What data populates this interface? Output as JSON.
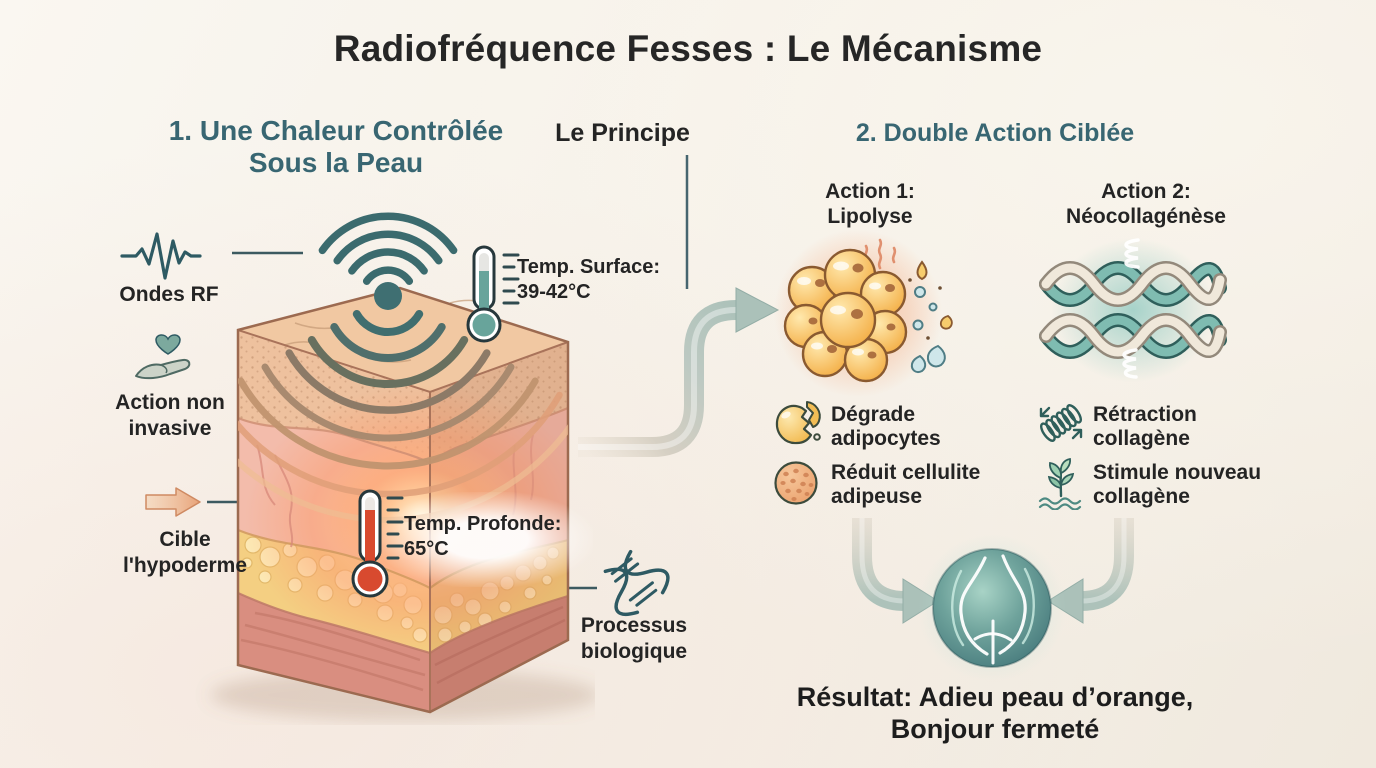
{
  "title": "Radiofréquence Fesses : Le Mécanisme",
  "left": {
    "heading1": "1. Une Chaleur Contrôlée",
    "heading2": "Sous la Peau",
    "ondes_rf": "Ondes RF",
    "non_invasive1": "Action non",
    "non_invasive2": "invasive",
    "cible1": "Cible",
    "cible2": "l'hypoderme",
    "processus1": "Processus",
    "processus2": "biologique",
    "temp_surface1": "Temp. Surface:",
    "temp_surface2": "39-42°C",
    "temp_profonde1": "Temp. Profonde:",
    "temp_profonde2": "65°C"
  },
  "principle": {
    "heading": "Le Principe"
  },
  "right": {
    "heading": "2. Double Action Ciblée",
    "action1_title1": "Action 1:",
    "action1_title2": "Lipolyse",
    "action2_title1": "Action 2:",
    "action2_title2": "Néocollagénèse",
    "degrade1": "Dégrade",
    "degrade2": "adipocytes",
    "reduit1": "Réduit cellulite",
    "reduit2": "adipeuse",
    "retraction1": "Rétraction",
    "retraction2": "collagène",
    "stimule1": "Stimule nouveau",
    "stimule2": "collagène",
    "result1": "Résultat: Adieu peau d’orange,",
    "result2": "Bonjour fermeté"
  },
  "icons": {
    "left_column": [
      "rf-wave-icon",
      "hand-heart-icon",
      "target-arrow-icon",
      "dna-icon"
    ],
    "action1": [
      "broken-fat-cell-icon",
      "cellulite-skin-icon"
    ],
    "action2": [
      "collagen-retraction-icon",
      "new-collagen-sprout-icon"
    ],
    "illustrations": [
      "skin-cube-illustration",
      "rf-emitter-waves",
      "surface-thermometer-icon",
      "deep-thermometer-icon",
      "fat-cells-lipolysis-illustration",
      "collagen-fibers-illustration",
      "result-buttocks-icon"
    ]
  },
  "colors": {
    "background": "#f5f0e8",
    "heading_teal": "#386672",
    "text_dark": "#242424",
    "arrow_sage": "#afc4bc",
    "thermo_surface": "#68a49b",
    "thermo_deep": "#d84a2f",
    "fat_yellow": "#f4b049",
    "heat_glow": "#fb9f72",
    "result_teal": "#3f7276"
  }
}
